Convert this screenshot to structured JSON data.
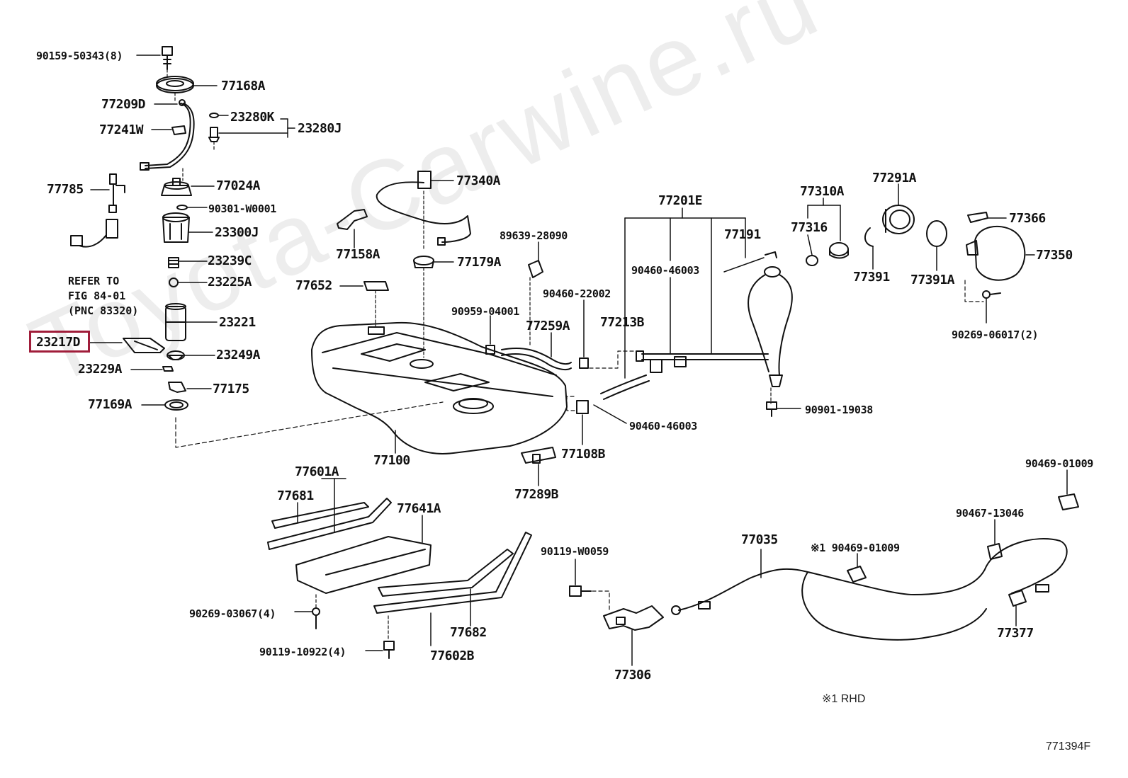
{
  "watermark": "Toyota-Carwine.ru",
  "highlighted_part": "23217D",
  "figure_id": "771394F",
  "rhd_note": "※1 RHD",
  "refer_note": "REFER TO\nFIG 84-01\n(PNC 83320)",
  "labels": {
    "p90159_50343": "90159-50343(8)",
    "p77168A": "77168A",
    "p77209D": "77209D",
    "p23280K": "23280K",
    "p23280J": "23280J",
    "p77241W": "77241W",
    "p77785": "77785",
    "p77024A": "77024A",
    "p90301_W0001": "90301-W0001",
    "p23300J": "23300J",
    "p23239C": "23239C",
    "p23225A": "23225A",
    "p23221": "23221",
    "p23217D": "23217D",
    "p23249A": "23249A",
    "p23229A": "23229A",
    "p77175": "77175",
    "p77169A": "77169A",
    "p77340A": "77340A",
    "p77158A": "77158A",
    "p77179A": "77179A",
    "p77652": "77652",
    "p89639_28090": "89639-28090",
    "p90460_22002": "90460-22002",
    "p90959_04001": "90959-04001",
    "p77259A": "77259A",
    "p77213B": "77213B",
    "p77201E": "77201E",
    "p90460_46003_top": "90460-46003",
    "p77191": "77191",
    "p77310A": "77310A",
    "p77316": "77316",
    "p77291A": "77291A",
    "p77391": "77391",
    "p77391A": "77391A",
    "p77366": "77366",
    "p77350": "77350",
    "p90269_06017": "90269-06017(2)",
    "p90901_19038": "90901-19038",
    "p90460_46003_bottom": "90460-46003",
    "p77108B": "77108B",
    "p77100": "77100",
    "p77289B": "77289B",
    "p77601A": "77601A",
    "p77681": "77681",
    "p77641A": "77641A",
    "p90269_03067": "90269-03067(4)",
    "p90119_10922": "90119-10922(4)",
    "p77682": "77682",
    "p77602B": "77602B",
    "p90119_W0059": "90119-W0059",
    "p77306": "77306",
    "p77035": "77035",
    "p90469_01009_rhd": "※1 90469-01009",
    "p90467_13046": "90467-13046",
    "p90469_01009": "90469-01009",
    "p77377": "77377"
  }
}
